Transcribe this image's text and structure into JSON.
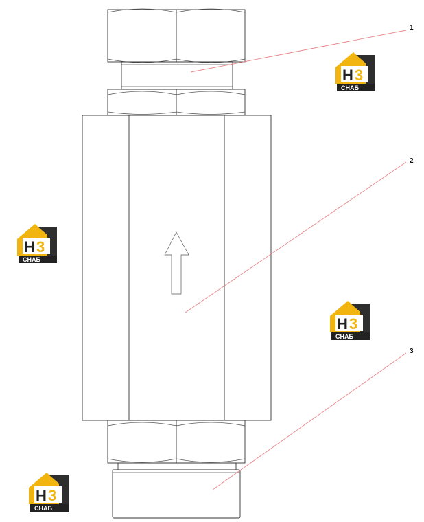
{
  "callouts": [
    {
      "number": "1"
    },
    {
      "number": "2"
    },
    {
      "number": "3"
    }
  ],
  "watermark": {
    "letters_left": "H",
    "letters_right": "3",
    "caption": "СНАБ",
    "colors": {
      "accent": "#f2b50f",
      "dark": "#2e2e2e",
      "caption_bg": "#222222",
      "caption_text": "#ffffff"
    }
  },
  "colors": {
    "outline": "#333333",
    "leader": "#e8868a",
    "background": "#ffffff"
  }
}
